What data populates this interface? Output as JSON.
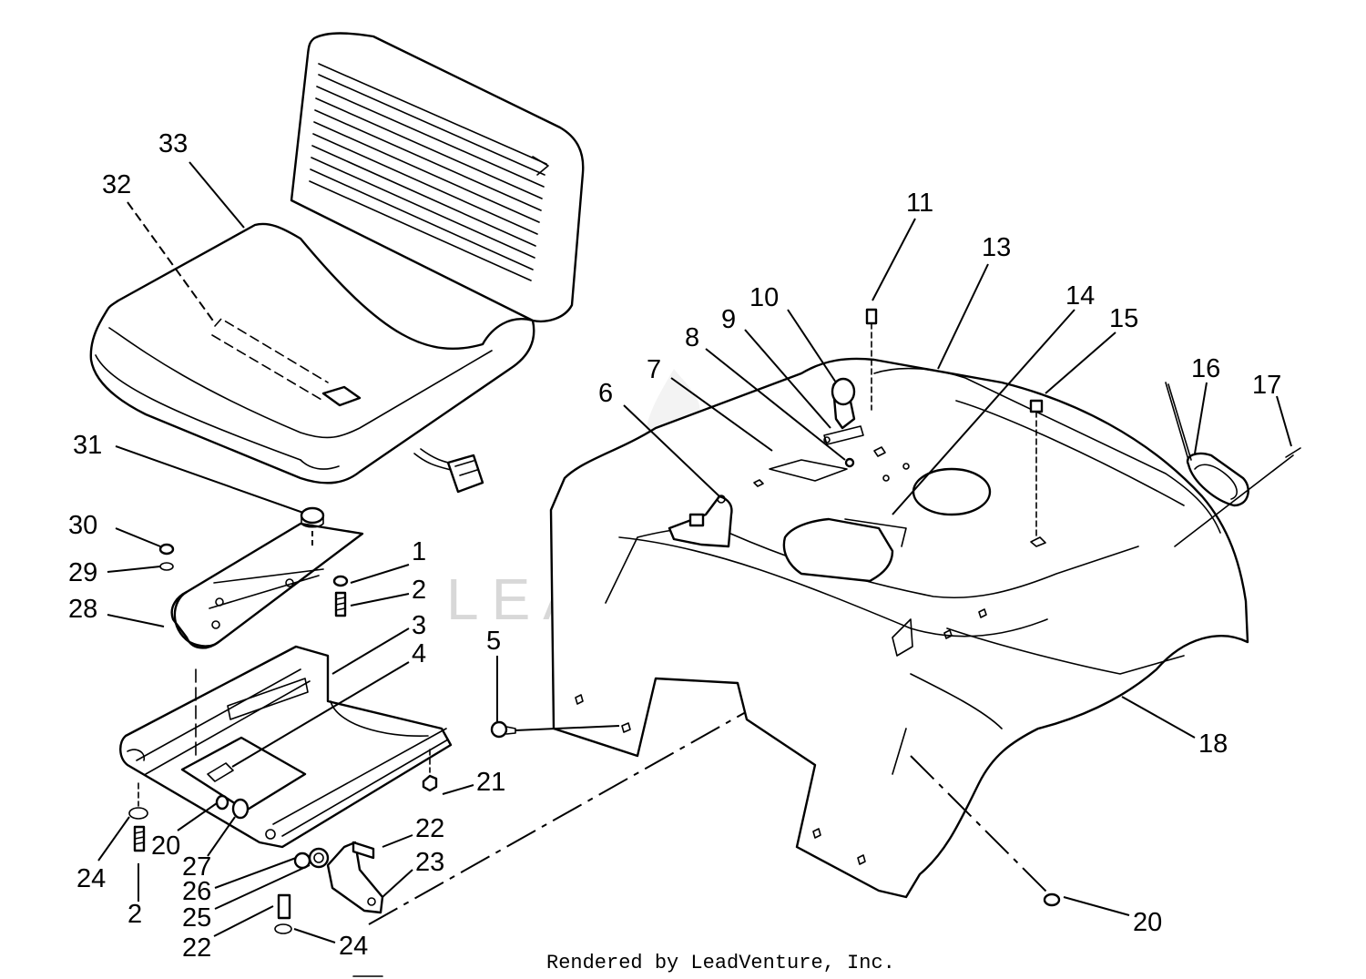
{
  "watermark": "LEADVENTURE",
  "footer": "Rendered by LeadVenture, Inc.",
  "callouts": [
    "1",
    "2",
    "2",
    "3",
    "4",
    "5",
    "6",
    "7",
    "8",
    "9",
    "10",
    "11",
    "13",
    "14",
    "15",
    "16",
    "17",
    "18",
    "20",
    "20",
    "21",
    "22",
    "22",
    "23",
    "24",
    "24",
    "25",
    "26",
    "27",
    "28",
    "29",
    "30",
    "31",
    "32",
    "33"
  ],
  "colors": {
    "line": "#000000",
    "background": "#ffffff",
    "watermark": "#d8d8d8"
  }
}
